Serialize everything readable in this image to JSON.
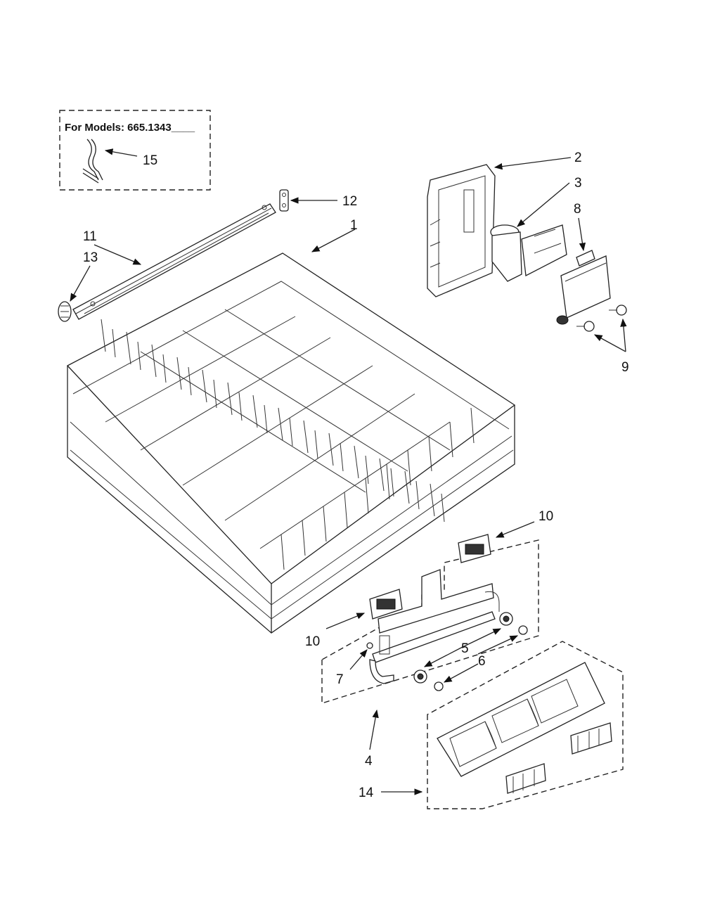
{
  "model_box": {
    "text": "For Models: 665.1343____"
  },
  "callouts": {
    "c1": "1",
    "c2": "2",
    "c3": "3",
    "c4": "4",
    "c5": "5",
    "c6": "6",
    "c7": "7",
    "c8": "8",
    "c9": "9",
    "c10a": "10",
    "c10b": "10",
    "c11": "11",
    "c12": "12",
    "c13": "13",
    "c14": "14",
    "c15": "15"
  }
}
